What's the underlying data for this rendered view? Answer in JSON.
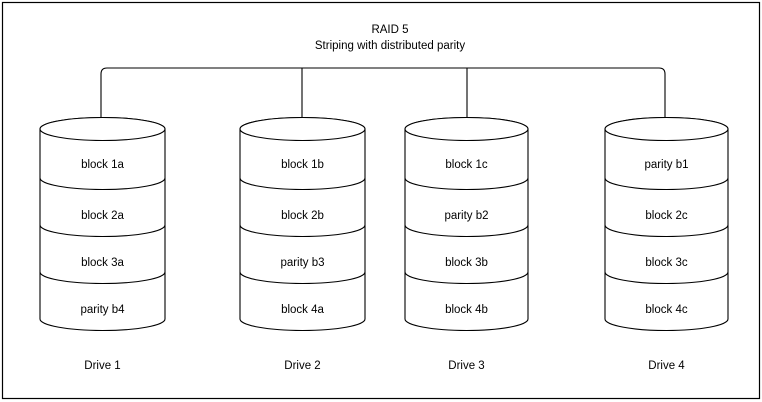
{
  "diagram": {
    "title_line1": "RAID 5",
    "title_line2": "Striping with distributed parity",
    "border_color": "#000000",
    "background_color": "#ffffff",
    "text_color": "#000000"
  },
  "drives": [
    {
      "label": "Drive 1",
      "blocks": [
        "block 1a",
        "block 2a",
        "block 3a",
        "parity b4"
      ]
    },
    {
      "label": "Drive 2",
      "blocks": [
        "block 1b",
        "block 2b",
        "parity b3",
        "block 4a"
      ]
    },
    {
      "label": "Drive 3",
      "blocks": [
        "block 1c",
        "parity b2",
        "block 3b",
        "block 4b"
      ]
    },
    {
      "label": "Drive 4",
      "blocks": [
        "parity b1",
        "block 2c",
        "block 3c",
        "block 4c"
      ]
    }
  ]
}
